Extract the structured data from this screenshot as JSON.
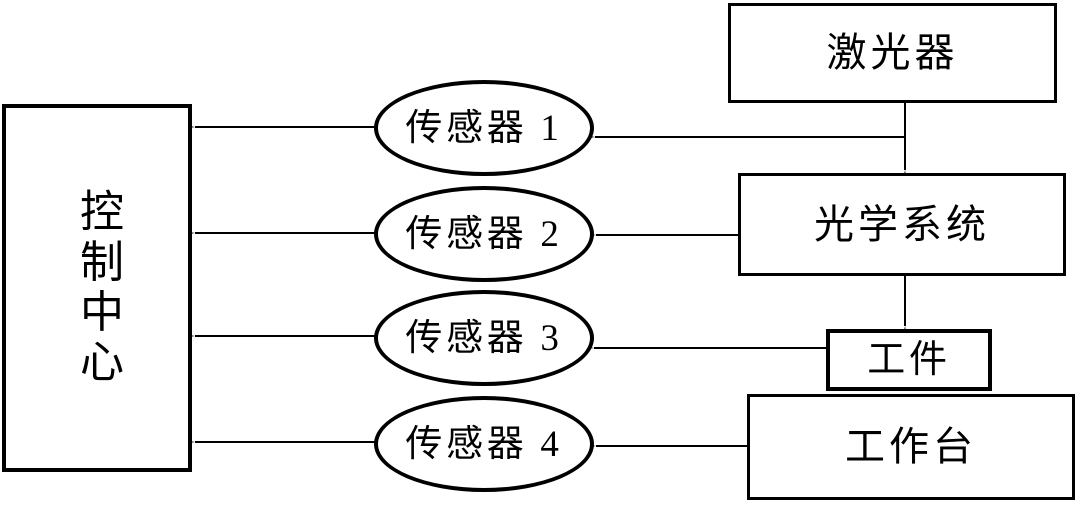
{
  "diagram": {
    "kind": "block-diagram",
    "language": "zh-CN",
    "nodes": {
      "laser": {
        "label": "激光器",
        "shape": "rect"
      },
      "optics": {
        "label": "光学系统",
        "shape": "rect"
      },
      "workpiece": {
        "label": "工件",
        "shape": "rect"
      },
      "worktable": {
        "label": "工作台",
        "shape": "rect"
      },
      "control": {
        "label": "控制中心",
        "shape": "rect",
        "text_orientation": "vertical"
      },
      "sensors": [
        {
          "label": "传感器 1",
          "shape": "ellipse"
        },
        {
          "label": "传感器 2",
          "shape": "ellipse"
        },
        {
          "label": "传感器 3",
          "shape": "ellipse"
        },
        {
          "label": "传感器 4",
          "shape": "ellipse"
        }
      ]
    },
    "edges": [
      {
        "from": "激光器",
        "to": "光学系统",
        "type": "arrow"
      },
      {
        "from": "激光器",
        "to": "传感器 1",
        "type": "arrow"
      },
      {
        "from": "光学系统",
        "to": "传感器 2",
        "type": "arrow"
      },
      {
        "from": "光学系统",
        "to": "工件",
        "type": "arrow"
      },
      {
        "from": "工件",
        "to": "传感器 3",
        "type": "arrow"
      },
      {
        "from": "工作台",
        "to": "传感器 4",
        "type": "arrow"
      },
      {
        "from": "传感器 1",
        "to": "控制中心",
        "type": "arrow"
      },
      {
        "from": "传感器 2",
        "to": "控制中心",
        "type": "arrow"
      },
      {
        "from": "传感器 3",
        "to": "控制中心",
        "type": "arrow"
      },
      {
        "from": "传感器 4",
        "to": "控制中心",
        "type": "arrow"
      }
    ],
    "colors": {
      "stroke": "#000000",
      "background": "#ffffff",
      "text": "#000000"
    }
  }
}
